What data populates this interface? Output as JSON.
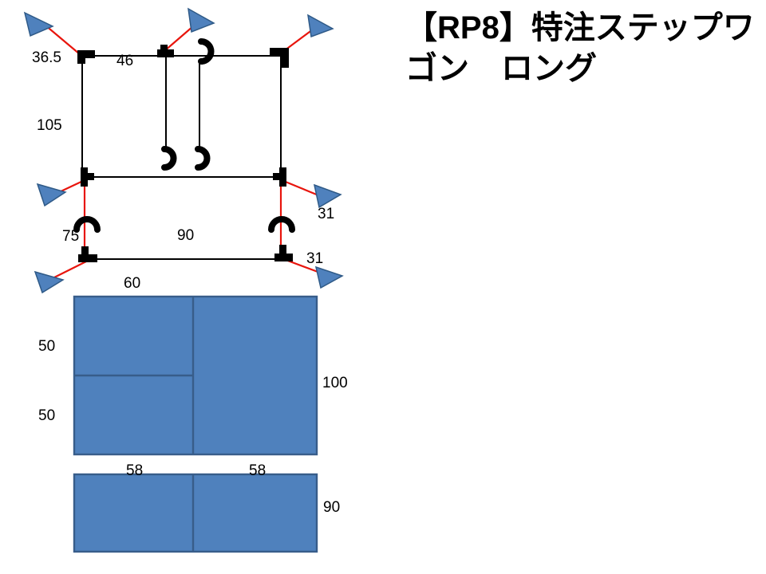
{
  "slide": {
    "title_line1": "【RP8】特注ステップワ",
    "title_line2": "ゴン　ロング"
  },
  "frame_dimensions": {
    "top_left_width": "36.5",
    "top_center_gap": "46",
    "side_height": "105",
    "right_upper_offset": "31",
    "lower_left_height": "75",
    "lower_width": "90",
    "right_lower_offset": "31",
    "bottom_width": "60"
  },
  "mats": {
    "upper_left_height": "50",
    "lower_left_height": "50",
    "right_height": "100",
    "left_width": "58",
    "right_width": "58",
    "bottom_height": "90"
  },
  "colors": {
    "background": "#ffffff",
    "mat_fill": "#4f81bd",
    "mat_border": "#385d8a",
    "arrow_fill": "#4f81bd",
    "arrow_border": "#2f5a87",
    "cord_red": "#e8150d",
    "line_black": "#000000"
  }
}
